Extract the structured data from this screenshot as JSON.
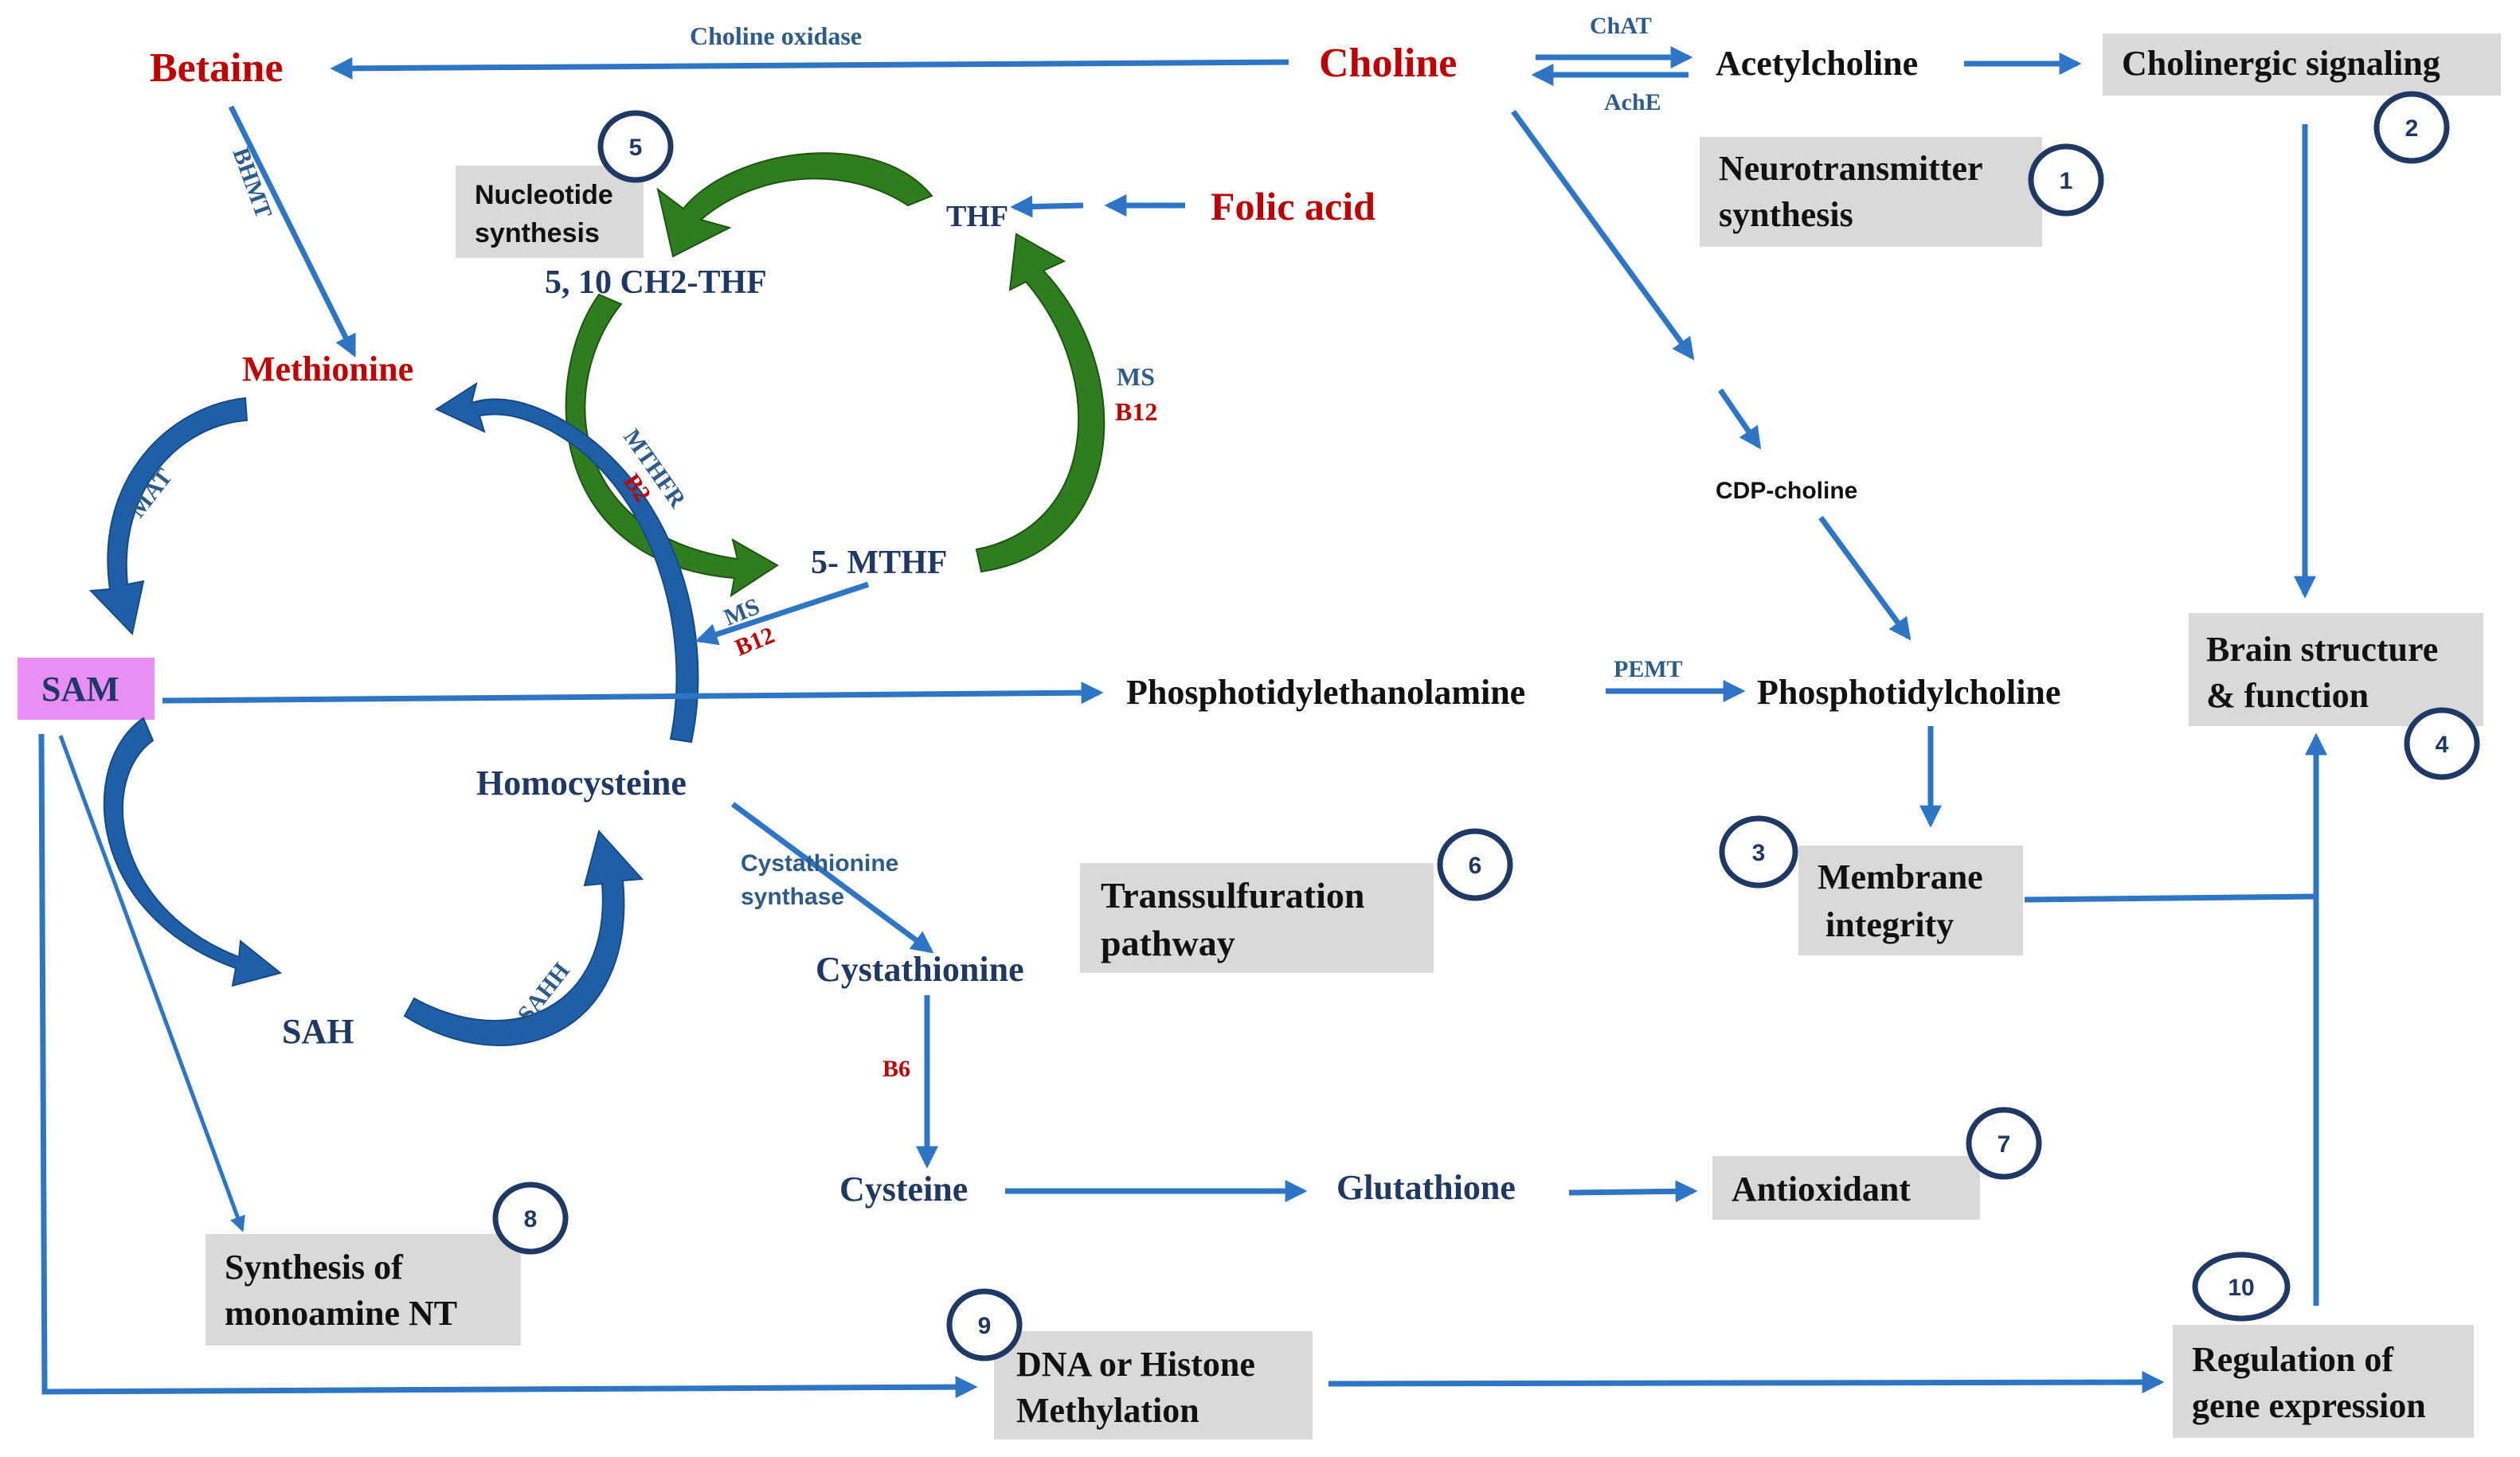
{
  "nodes": {
    "betaine": "Betaine",
    "choline": "Choline",
    "acetylcholine": "Acetylcholine",
    "folic_acid": "Folic acid",
    "thf": "THF",
    "ch2thf": "5, 10 CH2-THF",
    "methionine": "Methionine",
    "mthf": "5- MTHF",
    "sam": "SAM",
    "homocysteine": "Homocysteine",
    "sah": "SAH",
    "cystathionine": "Cystathionine",
    "cysteine": "Cysteine",
    "glutathione": "Glutathione",
    "cdp_choline": "CDP-choline",
    "phosphatidylethanolamine": "Phosphotidylethanolamine",
    "phosphatidylcholine": "Phosphotidylcholine"
  },
  "enzymes": {
    "choline_oxidase": "Choline oxidase",
    "chat": "ChAT",
    "ache": "AchE",
    "bhmt": "BHMT",
    "mat": "MAT",
    "mthfr": "MTHFR",
    "b2": "B2",
    "ms_right": "MS",
    "b12_right": "B12",
    "ms_center": "MS",
    "b12_center": "B12",
    "sahh": "SAHH",
    "pemt": "PEMT",
    "cbs_line1": "Cystathionine",
    "cbs_line2": "synthase",
    "b6": "B6"
  },
  "outcomes": {
    "neurotransmitter": {
      "line1": "Neurotransmitter",
      "line2": "synthesis",
      "badge": "1"
    },
    "cholinergic": {
      "line1": "Cholinergic signaling",
      "badge": "2"
    },
    "membrane": {
      "line1": "Membrane",
      "line2": "integrity",
      "badge": "3"
    },
    "brain": {
      "line1": "Brain structure",
      "line2": "& function",
      "badge": "4"
    },
    "nucleotide": {
      "line1": "Nucleotide",
      "line2": "synthesis",
      "badge": "5"
    },
    "transsulfuration": {
      "line1": "Transsulfuration",
      "line2": "pathway",
      "badge": "6"
    },
    "antioxidant": {
      "line1": "Antioxidant",
      "badge": "7"
    },
    "monoamine": {
      "line1": "Synthesis of",
      "line2": "monoamine NT",
      "badge": "8"
    },
    "dna": {
      "line1": "DNA or Histone",
      "line2": "Methylation",
      "badge": "9"
    },
    "gene": {
      "line1": "Regulation of",
      "line2": "gene expression",
      "badge": "10"
    }
  },
  "colors": {
    "nutrient_red": "#c00000",
    "metabolite_navy": "#1f3864",
    "arrow_blue": "#2e75c6",
    "folate_green": "#2f7d1f",
    "sam_box": "#e88ef5",
    "outcome_box": "#d9d9d9"
  }
}
